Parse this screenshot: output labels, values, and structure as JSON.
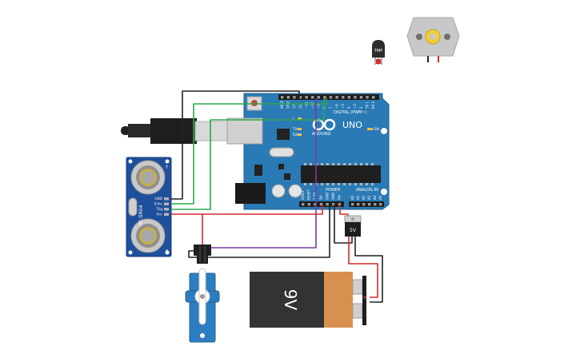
{
  "arduino": {
    "logo": "UNO",
    "brand": "ARDUINO",
    "digital_header": "DIGITAL (PWM~)",
    "power_header": "POWER",
    "analog_header": "ANALOG IN",
    "tx_label": "TX",
    "rx_label": "RX",
    "on_label": "ON",
    "l_label": "L",
    "digital_pins": [
      "AREF",
      "GND",
      "13",
      "12",
      "~11",
      "~10",
      "~9",
      "8",
      "7",
      "~6",
      "~5",
      "4",
      "~3",
      "2",
      "TX 1",
      "RX 0"
    ],
    "power_pins": [
      "IOREF",
      "RESET",
      "3.3V",
      "5V",
      "GND",
      "GND",
      "Vin"
    ],
    "analog_pins": [
      "A0",
      "A1",
      "A2",
      "A3",
      "A4",
      "A5"
    ]
  },
  "ultrasonic": {
    "model": "HC-SR04",
    "pins": [
      "GND",
      "Echo",
      "Trig",
      "Vcc"
    ],
    "side_t": "T",
    "side_r": "R"
  },
  "battery": {
    "label": "9V"
  },
  "regulator": {
    "label": "5V"
  },
  "temp_sensor": {
    "label": "TMP"
  },
  "colors": {
    "board": "#2a7ab5",
    "wire_black": "#222222",
    "wire_red": "#d62a2a",
    "wire_green": "#2aa84a",
    "wire_purple": "#7b3aa0",
    "battery_body": "#333333",
    "battery_band": "#d8904e"
  }
}
